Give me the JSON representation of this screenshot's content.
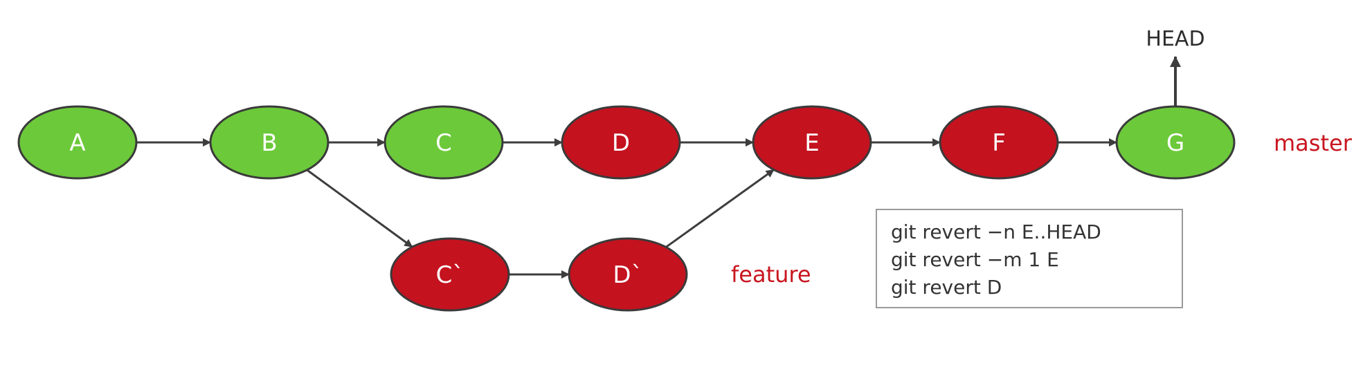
{
  "colors": {
    "green": "#6cc93a",
    "red": "#c4121f",
    "stroke": "#3a3a3a",
    "arrow": "#3d3d3d",
    "label_red": "#c8151f",
    "text_dark": "#2d2d2d"
  },
  "nodes": {
    "A": {
      "label": "A",
      "color": "green"
    },
    "B": {
      "label": "B",
      "color": "green"
    },
    "C": {
      "label": "C",
      "color": "green"
    },
    "D": {
      "label": "D",
      "color": "red"
    },
    "E": {
      "label": "E",
      "color": "red"
    },
    "F": {
      "label": "F",
      "color": "red"
    },
    "G": {
      "label": "G",
      "color": "green"
    },
    "C2": {
      "label": "C`",
      "color": "red"
    },
    "D2": {
      "label": "D`",
      "color": "red"
    }
  },
  "edges": [
    {
      "from": "A",
      "to": "B"
    },
    {
      "from": "B",
      "to": "C"
    },
    {
      "from": "C",
      "to": "D"
    },
    {
      "from": "D",
      "to": "E"
    },
    {
      "from": "E",
      "to": "F"
    },
    {
      "from": "F",
      "to": "G"
    },
    {
      "from": "B",
      "to": "C2"
    },
    {
      "from": "C2",
      "to": "D2"
    },
    {
      "from": "D2",
      "to": "E"
    },
    {
      "from": "G",
      "to": "HEAD"
    }
  ],
  "labels": {
    "head": "HEAD",
    "master": "master",
    "feature": "feature"
  },
  "commands": [
    "git revert −n E..HEAD",
    "git revert −m 1 E",
    "git revert D"
  ]
}
